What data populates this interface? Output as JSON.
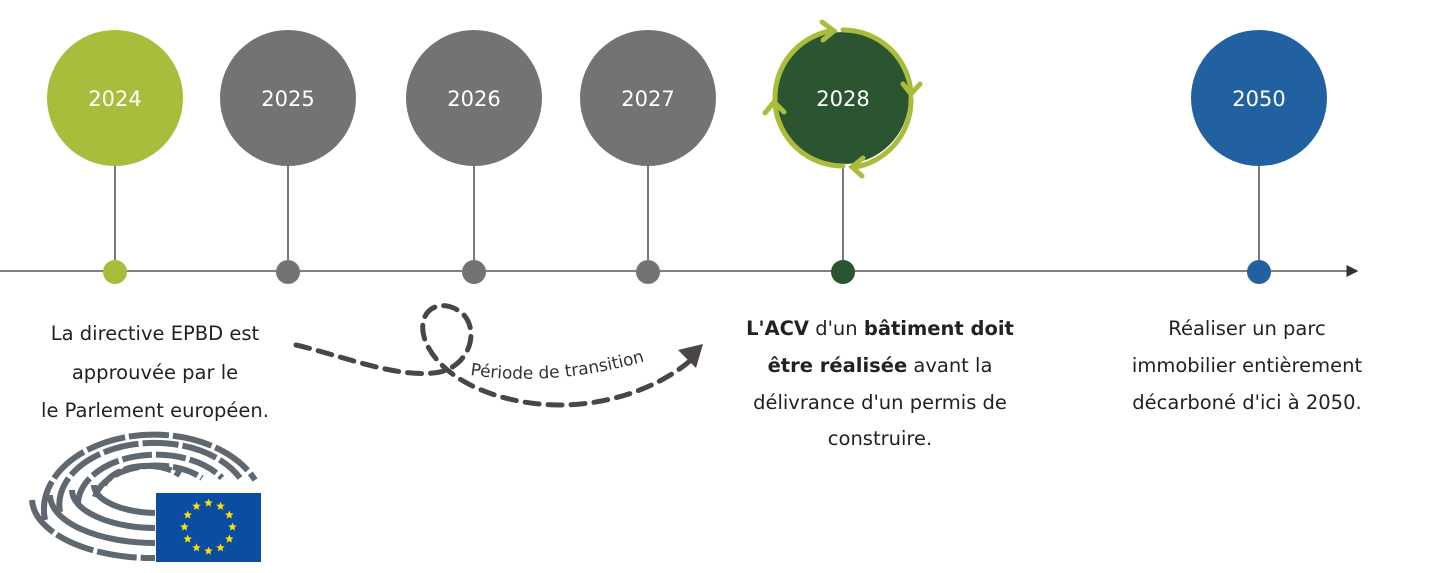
{
  "colors": {
    "green": "#a9bc3b",
    "gray": "#737373",
    "dark_green": "#2a5530",
    "blue": "#2261a1",
    "eu_blue": "#0a4ea3",
    "eu_star": "#ffde00",
    "arrow": "#4a4548"
  },
  "milestones": [
    {
      "year": "2024"
    },
    {
      "year": "2025"
    },
    {
      "year": "2026"
    },
    {
      "year": "2027"
    },
    {
      "year": "2028"
    },
    {
      "year": "2050"
    }
  ],
  "desc_2024": [
    "La directive EPBD est",
    "approuvée par le",
    "le Parlement européen."
  ],
  "desc_2028": {
    "l1_b1": "L'ACV",
    "l1_t": " d'un ",
    "l1_b2": "bâtiment doit",
    "l2_b": "être réalisée",
    "l2_t": " avant la",
    "l3": "délivrance d'un permis de",
    "l4": "construire."
  },
  "desc_2050": [
    "Réaliser un parc",
    "immobilier entièrement",
    "décarboné d'ici à 2050."
  ],
  "transition_label": "Période de transition",
  "logo": "European Parliament"
}
